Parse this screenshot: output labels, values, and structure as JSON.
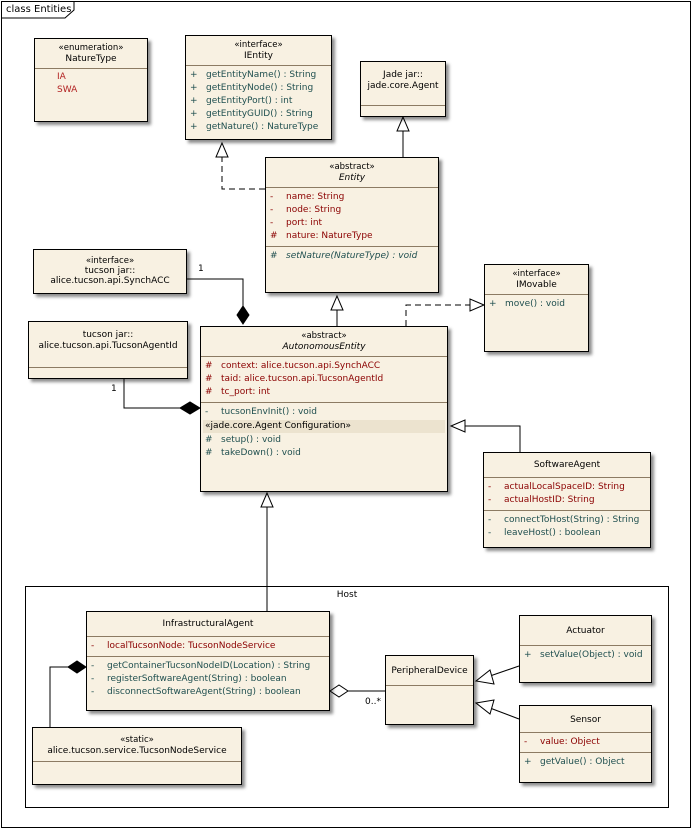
{
  "frame": {
    "title": "class Entities"
  },
  "package": {
    "title": "Host"
  },
  "classes": {
    "nature_type": {
      "stereotype": "«enumeration»",
      "name": "NatureType",
      "literals": [
        "IA",
        "SWA"
      ]
    },
    "ientity": {
      "stereotype": "«interface»",
      "name": "IEntity",
      "ops": [
        {
          "vis": "+",
          "text": "getEntityName() : String"
        },
        {
          "vis": "+",
          "text": "getEntityNode() : String"
        },
        {
          "vis": "+",
          "text": "getEntityPort() : int"
        },
        {
          "vis": "+",
          "text": "getEntityGUID() : String"
        },
        {
          "vis": "+",
          "text": "getNature() : NatureType"
        }
      ]
    },
    "jade_agent": {
      "line1": "Jade jar::",
      "line2": "jade.core.Agent"
    },
    "entity": {
      "stereotype": "«abstract»",
      "name": "Entity",
      "attrs": [
        {
          "vis": "-",
          "text": "name:  String"
        },
        {
          "vis": "-",
          "text": "node:  String"
        },
        {
          "vis": "-",
          "text": "port:  int"
        },
        {
          "vis": "#",
          "text": "nature:  NatureType"
        }
      ],
      "ops": [
        {
          "vis": "#",
          "text": "setNature(NatureType) : void"
        }
      ]
    },
    "synch_acc": {
      "stereotype": "«interface»",
      "line1": "tucson jar::",
      "line2": "alice.tucson.api.SynchACC"
    },
    "tucson_agent_id": {
      "line1": "tucson jar::",
      "line2": "alice.tucson.api.TucsonAgentId"
    },
    "imovable": {
      "stereotype": "«interface»",
      "name": "IMovable",
      "ops": [
        {
          "vis": "+",
          "text": "move() : void"
        }
      ]
    },
    "autonomous_entity": {
      "stereotype": "«abstract»",
      "name": "AutonomousEntity",
      "attrs": [
        {
          "vis": "#",
          "text": "context:  alice.tucson.api.SynchACC"
        },
        {
          "vis": "#",
          "text": "taid:  alice.tucson.api.TucsonAgentId"
        },
        {
          "vis": "#",
          "text": "tc_port:  int"
        }
      ],
      "ops": [
        {
          "vis": "-",
          "text": "tucsonEnvInit() : void"
        }
      ],
      "group_label": "«jade.core.Agent Configuration»",
      "group_ops": [
        {
          "vis": "#",
          "text": "setup() : void"
        },
        {
          "vis": "#",
          "text": "takeDown() : void"
        }
      ]
    },
    "software_agent": {
      "name": "SoftwareAgent",
      "attrs": [
        {
          "vis": "-",
          "text": "actualLocalSpaceID:  String"
        },
        {
          "vis": "-",
          "text": "actualHostID:  String"
        }
      ],
      "ops": [
        {
          "vis": "-",
          "text": "connectToHost(String) : String"
        },
        {
          "vis": "-",
          "text": "leaveHost() : boolean"
        }
      ]
    },
    "infrastructural_agent": {
      "name": "InfrastructuralAgent",
      "attrs": [
        {
          "vis": "-",
          "text": "localTucsonNode:  TucsonNodeService"
        }
      ],
      "ops": [
        {
          "vis": "-",
          "text": "getContainerTucsonNodeID(Location) : String"
        },
        {
          "vis": "-",
          "text": "registerSoftwareAgent(String) : boolean"
        },
        {
          "vis": "-",
          "text": "disconnectSoftwareAgent(String) : boolean"
        }
      ]
    },
    "node_service": {
      "stereotype": "«static»",
      "name": "alice.tucson.service.TucsonNodeService"
    },
    "peripheral_device": {
      "name": "PeripheralDevice"
    },
    "actuator": {
      "name": "Actuator",
      "ops": [
        {
          "vis": "+",
          "text": "setValue(Object) : void"
        }
      ]
    },
    "sensor": {
      "name": "Sensor",
      "attrs": [
        {
          "vis": "-",
          "text": "value:  Object"
        }
      ],
      "ops": [
        {
          "vis": "+",
          "text": "getValue() : Object"
        }
      ]
    }
  },
  "multiplicities": {
    "synch_acc": "1",
    "agent_id": "1",
    "peripherals": "0..*"
  }
}
